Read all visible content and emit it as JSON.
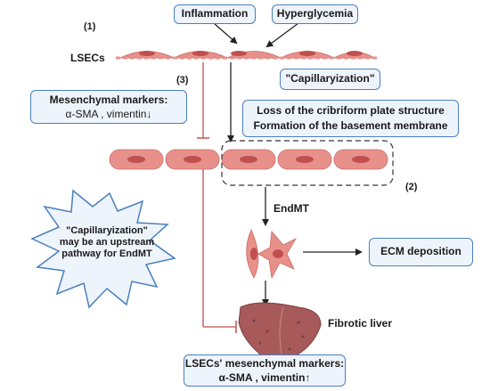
{
  "markers": {
    "m1": "(1)",
    "m2": "(2)",
    "m3": "(3)"
  },
  "triggers": {
    "inflammation": "Inflammation",
    "hyperglycemia": "Hyperglycemia"
  },
  "lsecs_label": "LSECs",
  "capillarization_box": "\"Capillaryization\"",
  "mesenchymal_box": {
    "line1": "Mesenchymal markers:",
    "line2": "α-SMA , vimentin↓"
  },
  "loss_box": {
    "line1": "Loss of the cribriform plate structure",
    "line2": "Formation of the basement membrane"
  },
  "burst_text": "\"Capillaryization\" may be an upstream pathway for EndMT",
  "endmt_label": "EndMT",
  "ecm_box": "ECM deposition",
  "fibrotic_label": "Fibrotic liver",
  "lsecs_markers_box": {
    "line1": "LSECs' mesenchymal markers:",
    "line2": "α-SMA , vimentin↑"
  },
  "colors": {
    "box_border": "#4a7fbf",
    "box_fill": "#eef4fb",
    "cell": "#e8908a",
    "cell_nucleus": "#c0504d",
    "inhibit": "#c0504d",
    "liver": "#a85a5a"
  }
}
